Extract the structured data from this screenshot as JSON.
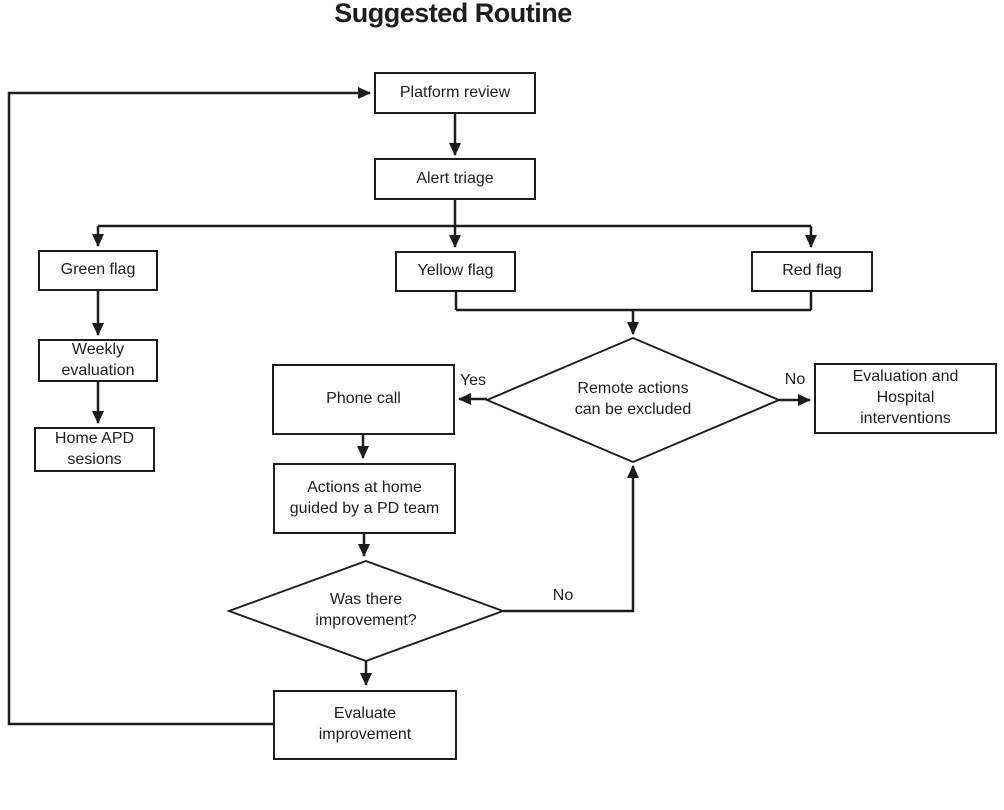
{
  "title": "Suggested Routine",
  "nodes": {
    "platform": {
      "label": "Platform review"
    },
    "alert": {
      "label": "Alert triage"
    },
    "green": {
      "label": "Green flag"
    },
    "yellow": {
      "label": "Yellow flag"
    },
    "red": {
      "label": "Red flag"
    },
    "weekly": {
      "label": "Weekly\nevaluation"
    },
    "home_apd": {
      "label": "Home APD\nsesions"
    },
    "phone": {
      "label": "Phone call"
    },
    "remote": {
      "label": "Remote actions\ncan be excluded"
    },
    "hospital": {
      "label": "Evaluation and\nHospital\ninterventions"
    },
    "actions": {
      "label": "Actions at home\nguided by a PD team"
    },
    "improve": {
      "label": "Was there\nimprovement?"
    },
    "evaluate": {
      "label": "Evaluate\nimprovement"
    }
  },
  "edge_labels": {
    "yes_phone": "Yes",
    "no_hospital": "No",
    "no_loop": "No"
  },
  "colors": {
    "line": "#1d1d1d",
    "text": "#1d1d1d",
    "background": "#ffffff"
  }
}
